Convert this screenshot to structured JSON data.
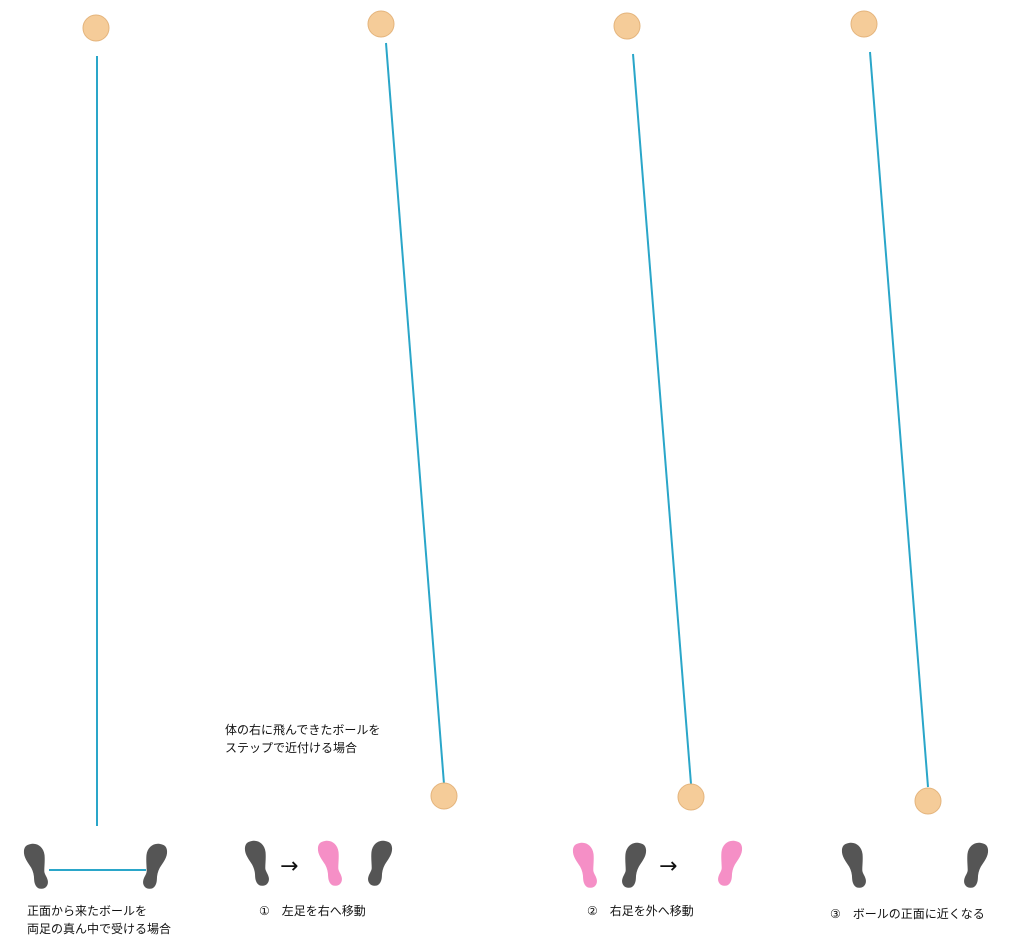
{
  "colors": {
    "ball": "#f5cc99",
    "ball_stroke": "#e4b47c",
    "trajectory": "#2aa6c9",
    "foot_default": "#555555",
    "foot_moved": "#f58fc6",
    "text": "#111111"
  },
  "arrow_symbol": "→",
  "panels": [
    {
      "caption": [
        "正面から来たボールを",
        "両足の真ん中で受ける場合"
      ]
    },
    {
      "caption": [
        "①　左足を右へ移動"
      ],
      "note": [
        "体の右に飛んできたボールを",
        "ステップで近付ける場合"
      ]
    },
    {
      "caption": [
        "②　右足を外へ移動"
      ]
    },
    {
      "caption": [
        "③　ボールの正面に近くなる"
      ]
    }
  ]
}
